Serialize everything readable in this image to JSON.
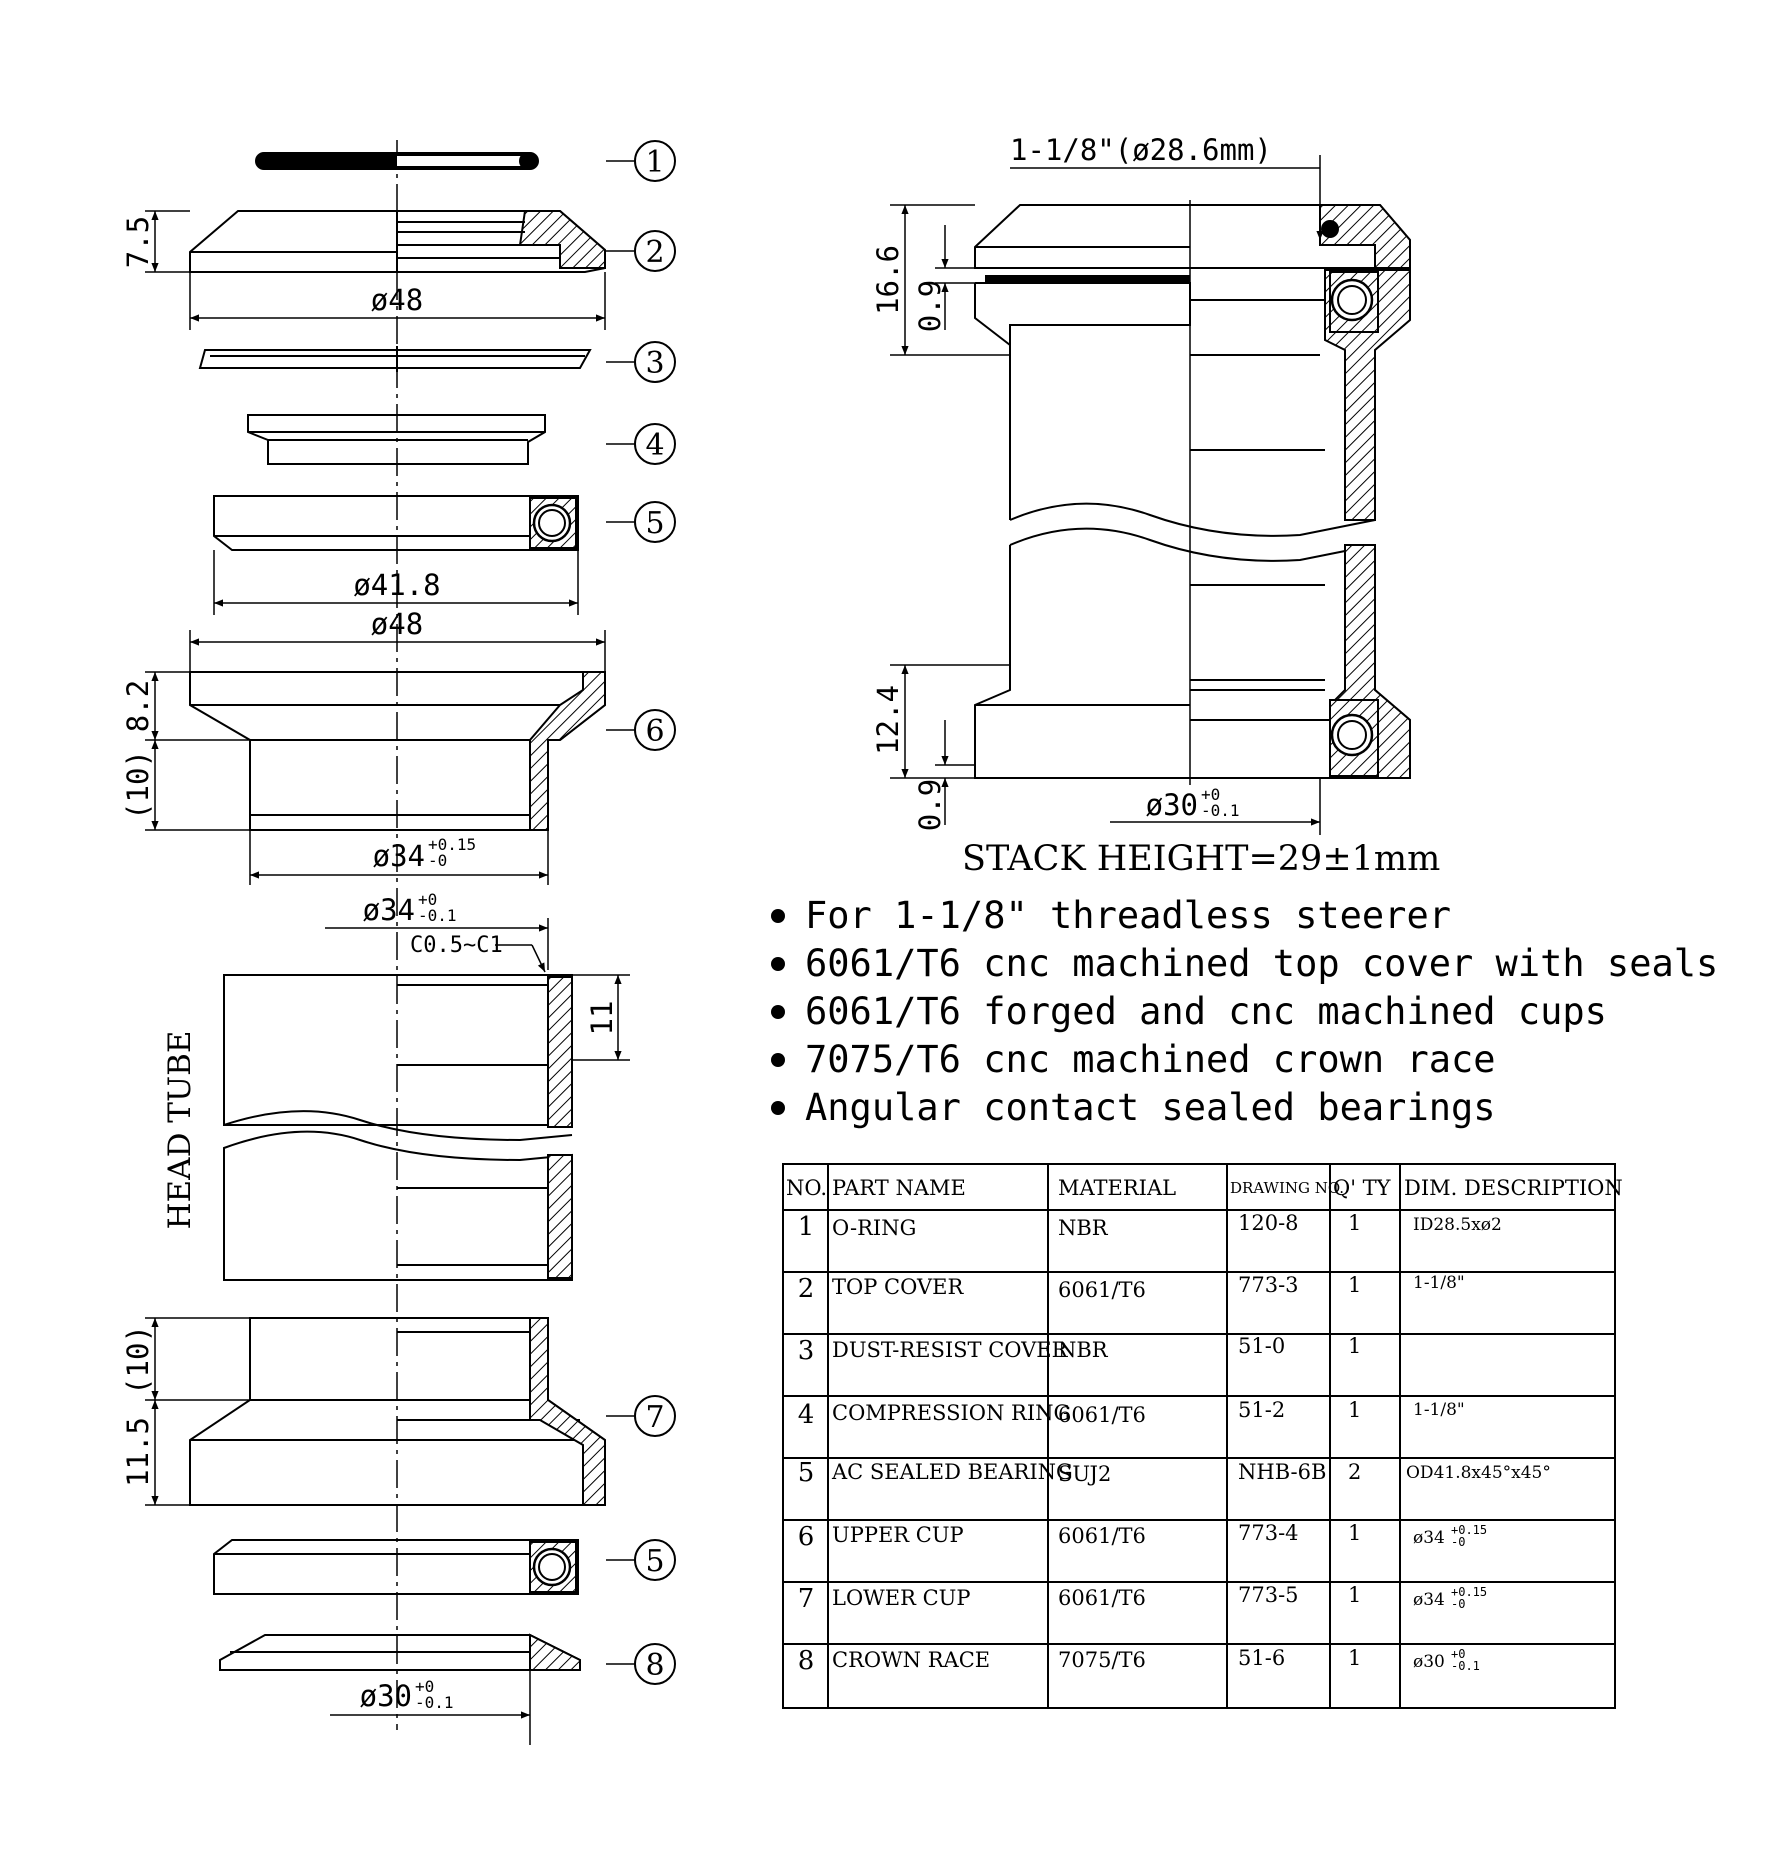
{
  "exploded": {
    "callouts": [
      "1",
      "2",
      "3",
      "4",
      "5",
      "6",
      "7",
      "5",
      "8"
    ],
    "dims": {
      "h_top_cover": "7.5",
      "d_top_cover": "ø48",
      "d_bearing": "ø41.8",
      "d_cup": "ø48",
      "h_cup": "8.2",
      "h_cup_insert": "(10)",
      "d_cup_insert": "ø34",
      "d_cup_insert_tol": "+0.15\n-0",
      "d_headtube": "ø34",
      "d_headtube_tol": "+0\n-0.1",
      "chamfer": "C0.5~C1",
      "h_headtube_inset": "11",
      "headtube_label": "HEAD TUBE",
      "h_lower_insert": "(10)",
      "h_lower_cup": "11.5",
      "d_crown_race": "ø30",
      "d_crown_race_tol": "+0\n-0.1"
    }
  },
  "assembly": {
    "steerer": "1-1/8\"(ø28.6mm)",
    "h_top": "16.6",
    "gap_top": "0.9",
    "h_bottom": "12.4",
    "gap_bottom": "0.9",
    "d_crown": "ø30",
    "d_crown_tol": "+0\n-0.1",
    "stack_height": "STACK HEIGHT=29±1mm"
  },
  "features": [
    "For 1-1/8\" threadless steerer",
    "6061/T6 cnc machined top cover with seals",
    "6061/T6 forged and cnc machined cups",
    "7075/T6 cnc machined crown race",
    "Angular contact sealed bearings"
  ],
  "parts_table": {
    "headers": [
      "NO.",
      "PART NAME",
      "MATERIAL",
      "DRAWING NO.",
      "Q' TY",
      "DIM. DESCRIPTION"
    ],
    "rows": [
      [
        "1",
        "O-RING",
        "NBR",
        "120-8",
        "1",
        "ID28.5xø2"
      ],
      [
        "2",
        "TOP COVER",
        "6061/T6",
        "773-3",
        "1",
        "1-1/8\""
      ],
      [
        "3",
        "DUST-RESIST COVER",
        "NBR",
        "51-0",
        "1",
        ""
      ],
      [
        "4",
        "COMPRESSION RING",
        "6061/T6",
        "51-2",
        "1",
        "1-1/8\""
      ],
      [
        "5",
        "AC SEALED BEARING",
        "SUJ2",
        "NHB-6B",
        "2",
        "OD41.8x45°x45°"
      ],
      [
        "6",
        "UPPER CUP",
        "6061/T6",
        "773-4",
        "1",
        "ø34"
      ],
      [
        "7",
        "LOWER CUP",
        "6061/T6",
        "773-5",
        "1",
        "ø34"
      ],
      [
        "8",
        "CROWN RACE",
        "7075/T6",
        "51-6",
        "1",
        "ø30"
      ]
    ],
    "tol": [
      "",
      "",
      "",
      "",
      "",
      "+0.15\n-0",
      "+0.15\n-0",
      "+0\n-0.1"
    ]
  },
  "colors": {
    "ink": "#000000",
    "paper": "#ffffff"
  }
}
